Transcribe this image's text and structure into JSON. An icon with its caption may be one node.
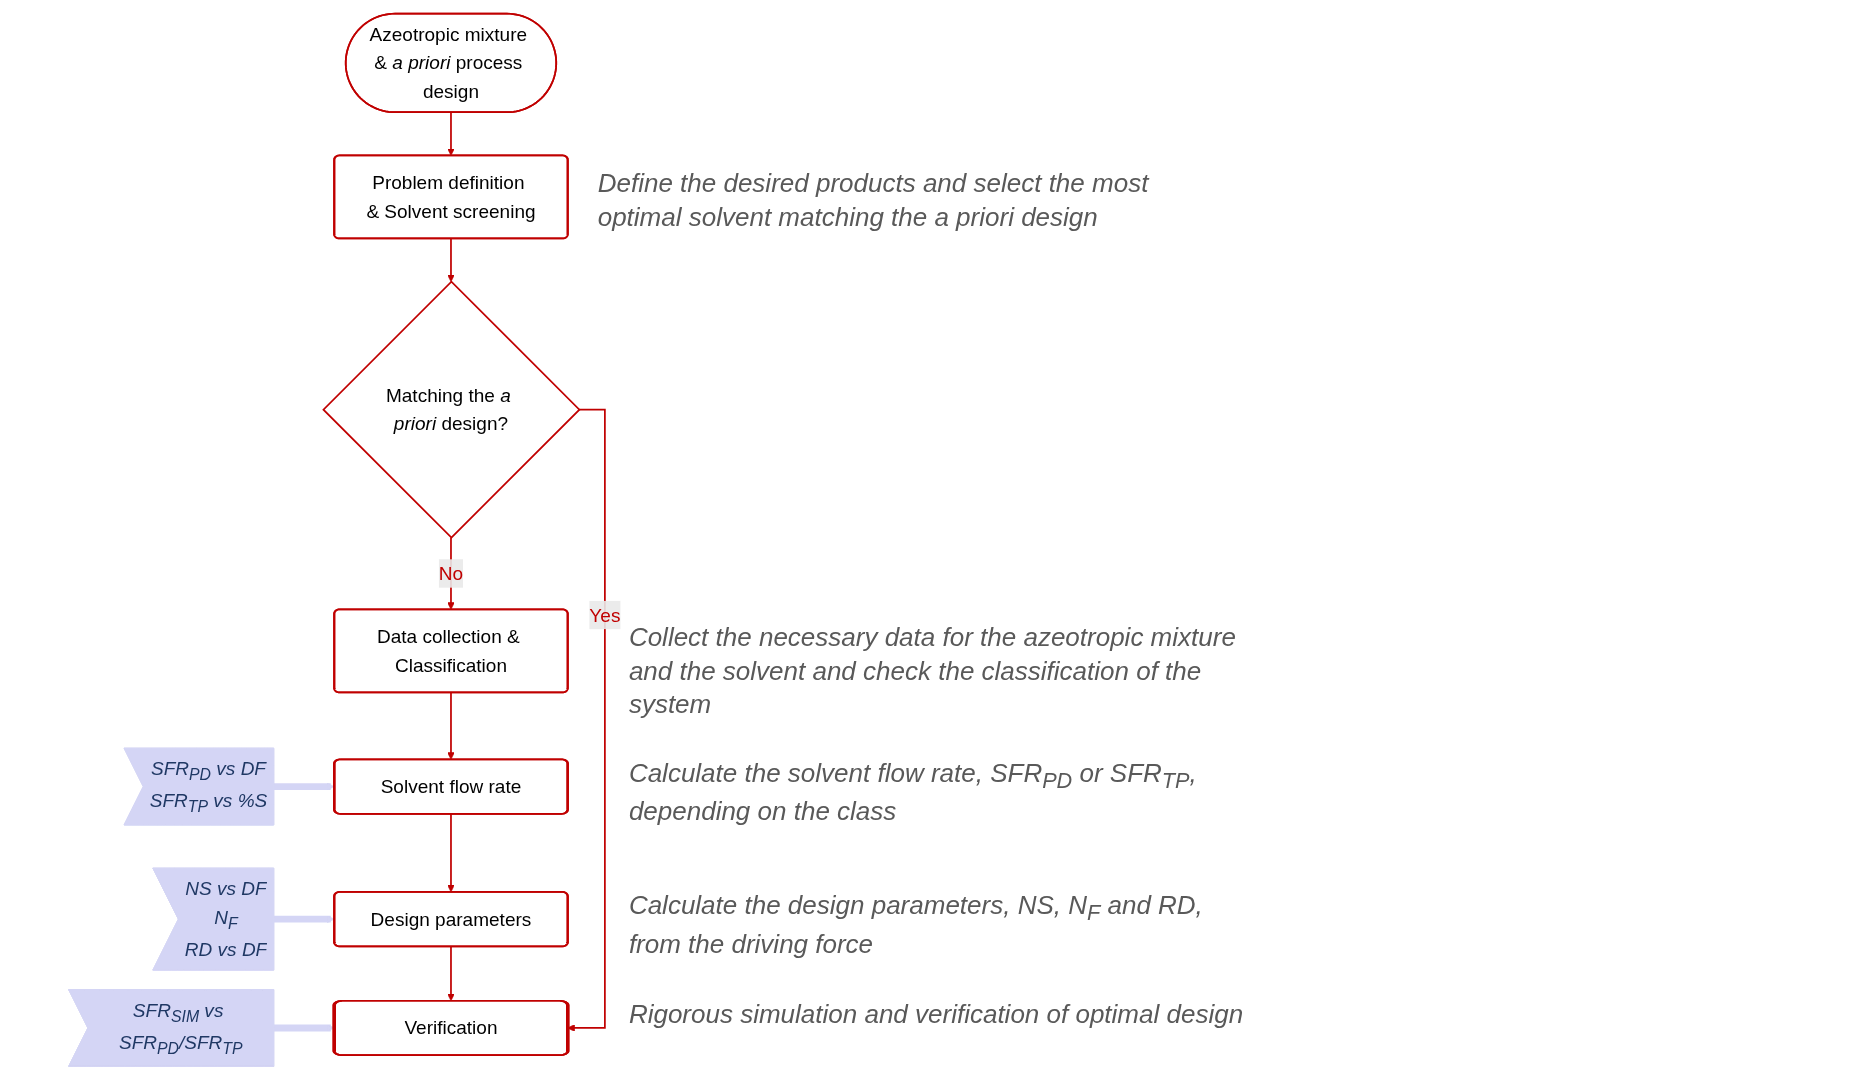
{
  "diagram": {
    "nodes": [
      {
        "text": [
          "Azeotropic mixture & *a priori* process design"
        ]
      },
      {
        "text": [
          "Problem definition & Solvent screening"
        ],
        "beside": [
          "Define the desired products and select the most optimal solvent matching the a priori design"
        ]
      },
      {
        "text": [
          "Matching the *a priori* design?"
        ]
      },
      {
        "text": [
          "Data collection & Classification"
        ],
        "beside": [
          "Collect the necessary data for the azeotropic mixture and the solvent and check the classification of the system"
        ]
      },
      {
        "text": [
          "Solvent flow rate"
        ],
        "beside": [
          "Calculate the solvent flow rate, SFR$_{PD}$ or SFR$_{TP}$, depending on the class"
        ]
      },
      {
        "text": [
          "Design parameters"
        ],
        "beside": [
          "Calculate the design parameters, NS, N$_{F}$ and RD, from the driving force"
        ]
      },
      {
        "text": [
          "Verification"
        ],
        "beside": [
          "Rigorous simulation and verification of optimal design"
        ]
      },
      {
        "text": [
          "SFR$_{PD}$ vs DF",
          "SFR$_{TP}$ vs %S"
        ]
      },
      {
        "text": [
          "NS vs DF",
          "N$_{F}$",
          "RD vs DF"
        ]
      },
      {
        "text": [
          "SFR$_{SIM}$ vs SFR$_{PD}$/SFR$_{TP}$"
        ]
      }
    ],
    "edges": [
      {
        "from": 0,
        "to": 1,
        "arrow": "to"
      },
      {
        "from": 1,
        "to": 2,
        "arrow": "to"
      },
      {
        "from": 2,
        "to": 3,
        "arrow": "to",
        "label": "No"
      },
      {
        "from": 2,
        "to": 6,
        "arrow": "to",
        "label": "Yes"
      },
      {
        "from": 3,
        "to": 4,
        "arrow": "to"
      },
      {
        "from": 4,
        "to": 5,
        "arrow": "to"
      },
      {
        "from": 5,
        "to": 6,
        "arrow": "to"
      },
      {
        "from": 7,
        "to": 4,
        "arrow": "to",
        "style": "thick",
        "color": "#d4d5f5"
      },
      {
        "from": 8,
        "to": 5,
        "arrow": "to",
        "style": "thick",
        "color": "#d4d5f5"
      },
      {
        "from": 9,
        "to": 6,
        "arrow": "to",
        "style": "thick",
        "color": "#d4d5f5"
      }
    ]
  }
}
